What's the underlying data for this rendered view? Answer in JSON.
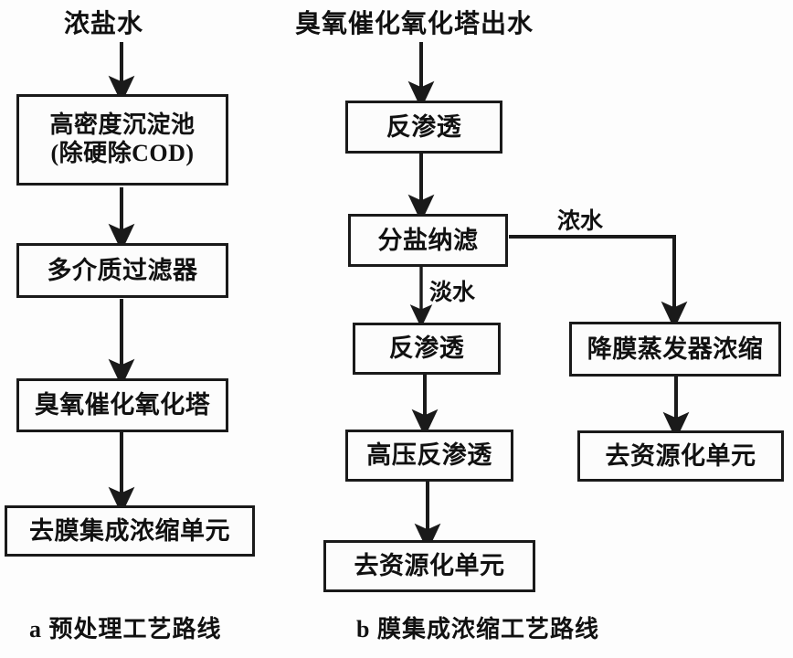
{
  "figure": {
    "title_a": "a 预处理工艺路线",
    "title_b": "b 膜集成浓缩工艺路线"
  },
  "diagram_a": {
    "input_label": "浓盐水",
    "nodes": [
      {
        "id": "high-density-sedimentation-tank",
        "line1": "高密度沉淀池",
        "line2": "(除硬除COD)"
      },
      {
        "id": "multimedia-filter",
        "line1": "多介质过滤器"
      },
      {
        "id": "ozone-catalytic-oxidation-tower",
        "line1": "臭氧催化氧化塔"
      },
      {
        "id": "to-membrane-concentration-unit",
        "line1": "去膜集成浓缩单元"
      }
    ]
  },
  "diagram_b": {
    "input_label": "臭氧催化氧化塔出水",
    "nodes": [
      {
        "id": "reverse-osmosis-1",
        "line1": "反渗透"
      },
      {
        "id": "salt-separation-nanofiltration",
        "line1": "分盐纳滤"
      },
      {
        "id": "reverse-osmosis-2",
        "line1": "反渗透"
      },
      {
        "id": "high-pressure-reverse-osmosis",
        "line1": "高压反渗透"
      },
      {
        "id": "to-resource-unit-center",
        "line1": "去资源化单元"
      },
      {
        "id": "falling-film-evaporator-concentration",
        "line1": "降膜蒸发器浓缩"
      },
      {
        "id": "to-resource-unit-right",
        "line1": "去资源化单元"
      }
    ],
    "edge_labels": {
      "concentrate": "浓水",
      "freshwater": "淡水"
    }
  },
  "colors": {
    "stroke": "#1a1a1a",
    "box_fill": "#fcfcfc",
    "background": "#fdfdfd",
    "text": "#111111"
  }
}
